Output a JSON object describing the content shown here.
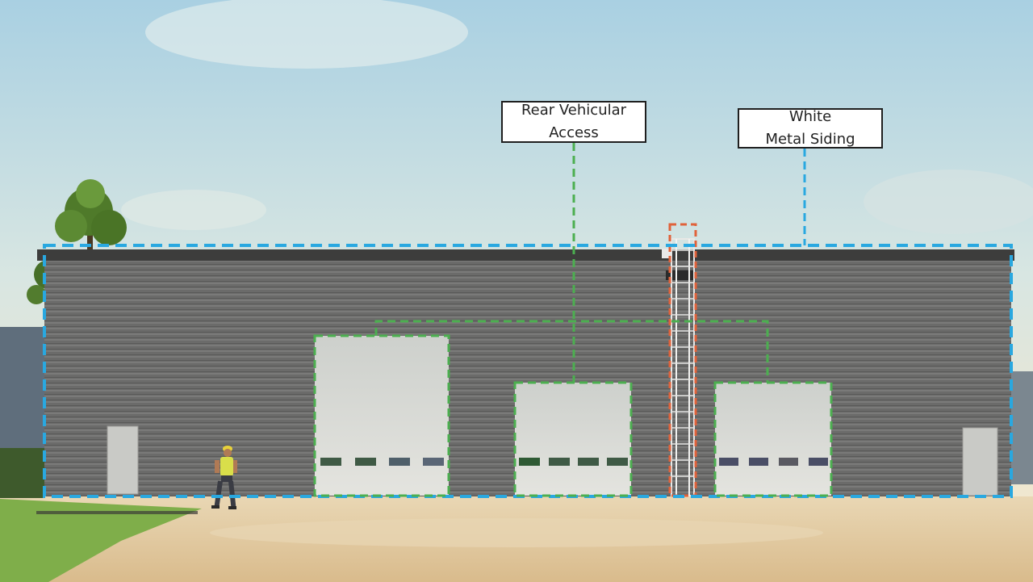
{
  "annotations": {
    "rear_vehicular_access": {
      "lines": [
        "Rear Vehicular",
        "Access"
      ],
      "color": "#4caf50"
    },
    "white_metal_siding": {
      "lines": [
        "White",
        "Metal Siding"
      ],
      "color": "#29a8e0"
    },
    "ladder_outline_color": "#e0623a"
  },
  "scene": {
    "sky_colors": [
      "#b9d9e6",
      "#ece9d4"
    ],
    "building_color": "#6d6d6d",
    "door_color": "#d8d9d4",
    "ground_color": "#e0c9a0",
    "grass_color": "#7fae4a"
  },
  "icons": [
    "tree-icon",
    "worker-icon",
    "ladder-icon"
  ]
}
